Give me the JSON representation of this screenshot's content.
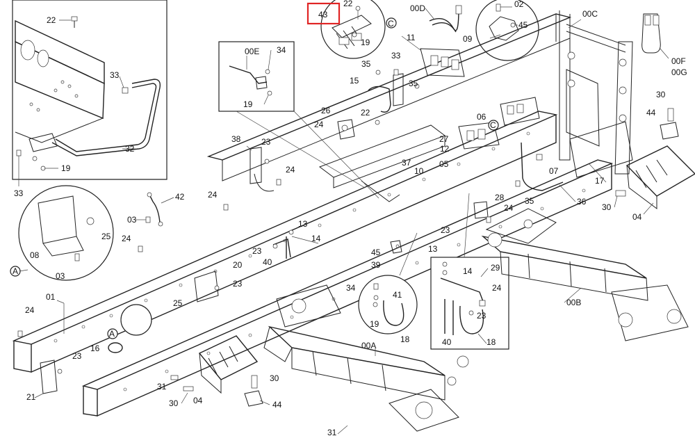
{
  "diagram": {
    "highlight": {
      "label": "43",
      "color": "#e02424"
    },
    "labels": [
      {
        "id": "l1",
        "text": "22"
      },
      {
        "id": "l2",
        "text": "43"
      },
      {
        "id": "l3",
        "text": "19"
      },
      {
        "id": "l4",
        "text": "C"
      },
      {
        "id": "l5",
        "text": "00D"
      },
      {
        "id": "l6",
        "text": "02"
      },
      {
        "id": "l7",
        "text": "45"
      },
      {
        "id": "l8",
        "text": "09"
      },
      {
        "id": "l9",
        "text": "00C"
      },
      {
        "id": "l10",
        "text": "00F"
      },
      {
        "id": "l11",
        "text": "00G"
      },
      {
        "id": "l12",
        "text": "11"
      },
      {
        "id": "l13",
        "text": "00E"
      },
      {
        "id": "l14",
        "text": "34"
      },
      {
        "id": "l15",
        "text": "19"
      },
      {
        "id": "l16",
        "text": "33"
      },
      {
        "id": "l17",
        "text": "35"
      },
      {
        "id": "l18",
        "text": "15"
      },
      {
        "id": "l19",
        "text": "35"
      },
      {
        "id": "l20",
        "text": "22"
      },
      {
        "id": "l21",
        "text": "26"
      },
      {
        "id": "l22",
        "text": "24"
      },
      {
        "id": "l23",
        "text": "06"
      },
      {
        "id": "l24",
        "text": "C"
      },
      {
        "id": "l25",
        "text": "27"
      },
      {
        "id": "l26",
        "text": "12"
      },
      {
        "id": "l27",
        "text": "37"
      },
      {
        "id": "l28",
        "text": "10"
      },
      {
        "id": "l29",
        "text": "05"
      },
      {
        "id": "l30",
        "text": "07"
      },
      {
        "id": "l31",
        "text": "30"
      },
      {
        "id": "l32",
        "text": "44"
      },
      {
        "id": "l33",
        "text": "17"
      },
      {
        "id": "l34",
        "text": "36"
      },
      {
        "id": "l35",
        "text": "30"
      },
      {
        "id": "l36",
        "text": "04"
      },
      {
        "id": "l37",
        "text": "22"
      },
      {
        "id": "l38",
        "text": "33"
      },
      {
        "id": "l39",
        "text": "32"
      },
      {
        "id": "l40",
        "text": "19"
      },
      {
        "id": "l41",
        "text": "33"
      },
      {
        "id": "l42",
        "text": "38"
      },
      {
        "id": "l43",
        "text": "23"
      },
      {
        "id": "l44",
        "text": "24"
      },
      {
        "id": "l45",
        "text": "42"
      },
      {
        "id": "l46",
        "text": "24"
      },
      {
        "id": "l47",
        "text": "03"
      },
      {
        "id": "l48",
        "text": "25"
      },
      {
        "id": "l49",
        "text": "24"
      },
      {
        "id": "l50",
        "text": "08"
      },
      {
        "id": "l51",
        "text": "03"
      },
      {
        "id": "l52",
        "text": "A"
      },
      {
        "id": "l53",
        "text": "13"
      },
      {
        "id": "l54",
        "text": "14"
      },
      {
        "id": "l55",
        "text": "23"
      },
      {
        "id": "l56",
        "text": "40"
      },
      {
        "id": "l57",
        "text": "28"
      },
      {
        "id": "l58",
        "text": "24"
      },
      {
        "id": "l59",
        "text": "35"
      },
      {
        "id": "l60",
        "text": "23"
      },
      {
        "id": "l61",
        "text": "45"
      },
      {
        "id": "l62",
        "text": "39"
      },
      {
        "id": "l63",
        "text": "13"
      },
      {
        "id": "l64",
        "text": "14"
      },
      {
        "id": "l65",
        "text": "29"
      },
      {
        "id": "l66",
        "text": "24"
      },
      {
        "id": "l67",
        "text": "23"
      },
      {
        "id": "l68",
        "text": "40"
      },
      {
        "id": "l69",
        "text": "18"
      },
      {
        "id": "l70",
        "text": "20"
      },
      {
        "id": "l71",
        "text": "23"
      },
      {
        "id": "l72",
        "text": "25"
      },
      {
        "id": "l73",
        "text": "01"
      },
      {
        "id": "l74",
        "text": "24"
      },
      {
        "id": "l75",
        "text": "A"
      },
      {
        "id": "l76",
        "text": "16"
      },
      {
        "id": "l77",
        "text": "23"
      },
      {
        "id": "l78",
        "text": "21"
      },
      {
        "id": "l79",
        "text": "34"
      },
      {
        "id": "l80",
        "text": "41"
      },
      {
        "id": "l81",
        "text": "19"
      },
      {
        "id": "l82",
        "text": "18"
      },
      {
        "id": "l83",
        "text": "00A"
      },
      {
        "id": "l84",
        "text": "00B"
      },
      {
        "id": "l85",
        "text": "31"
      },
      {
        "id": "l86",
        "text": "30"
      },
      {
        "id": "l87",
        "text": "04"
      },
      {
        "id": "l88",
        "text": "30"
      },
      {
        "id": "l89",
        "text": "44"
      },
      {
        "id": "l90",
        "text": "31"
      }
    ]
  }
}
